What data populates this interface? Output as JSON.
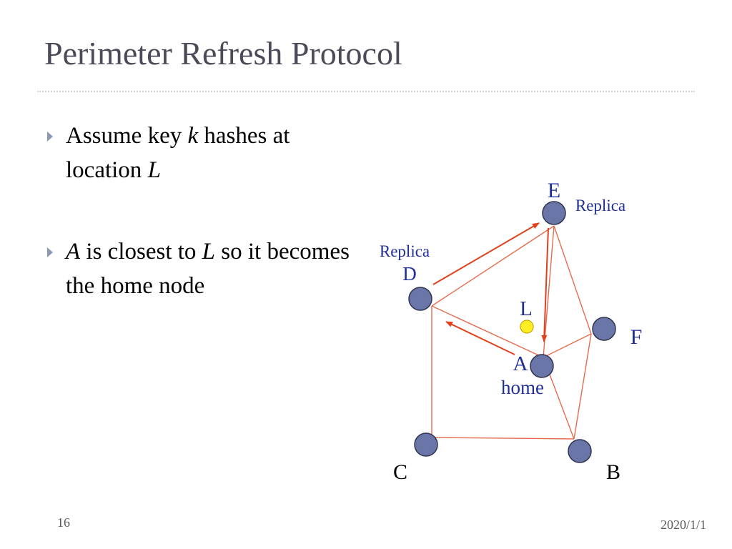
{
  "slide": {
    "title": "Perimeter Refresh Protocol",
    "page_number": "16",
    "date": "2020/1/1"
  },
  "bullets": [
    {
      "runs": [
        {
          "text": "Assume key ",
          "italic": false
        },
        {
          "text": "k",
          "italic": true
        },
        {
          "text": " hashes at location ",
          "italic": false
        },
        {
          "text": "L",
          "italic": true
        }
      ]
    },
    {
      "runs": [
        {
          "text": "A",
          "italic": true
        },
        {
          "text": " is closest to ",
          "italic": false
        },
        {
          "text": "L",
          "italic": true
        },
        {
          "text": " so it becomes the home node",
          "italic": false
        }
      ]
    }
  ],
  "diagram": {
    "nodes": {
      "E": {
        "label": "E",
        "note": "Replica"
      },
      "D": {
        "label": "D",
        "note": "Replica"
      },
      "F": {
        "label": "F",
        "note": ""
      },
      "A": {
        "label": "A",
        "note": "home"
      },
      "C": {
        "label": "C",
        "note": ""
      },
      "B": {
        "label": "B",
        "note": ""
      }
    },
    "location": {
      "label": "L"
    },
    "edges": [
      [
        "D",
        "E"
      ],
      [
        "D",
        "A"
      ],
      [
        "D",
        "C"
      ],
      [
        "E",
        "A"
      ],
      [
        "E",
        "F"
      ],
      [
        "F",
        "A"
      ],
      [
        "F",
        "B"
      ],
      [
        "A",
        "B"
      ],
      [
        "C",
        "B"
      ]
    ],
    "arrows": [
      [
        "D",
        "E"
      ],
      [
        "E",
        "A"
      ],
      [
        "A",
        "D"
      ]
    ],
    "colors": {
      "node_fill": "#6b76a8",
      "node_stroke": "#2f3450",
      "location_fill": "#ffee22",
      "location_stroke": "#c9a400",
      "edge": "#e66b4e",
      "arrow": "#e0401c",
      "blue_label": "#1f2f9a",
      "black_label": "#000000"
    }
  }
}
